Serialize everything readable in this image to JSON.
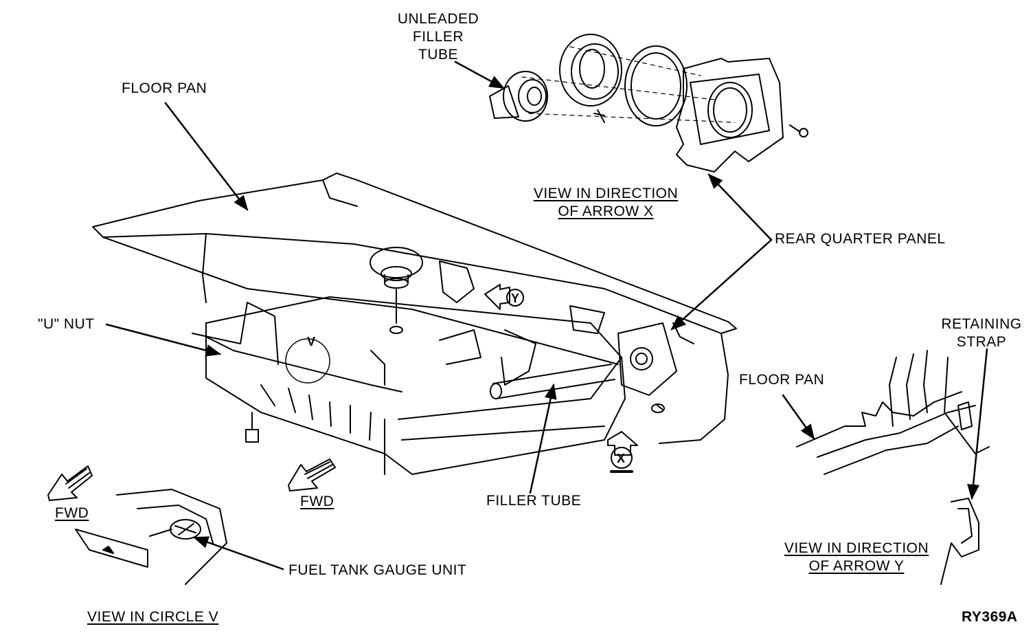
{
  "labels": {
    "unleaded_filler_tube_1": "UNLEADED",
    "unleaded_filler_tube_2": "FILLER",
    "unleaded_filler_tube_3": "TUBE",
    "floor_pan_main": "FLOOR PAN",
    "view_arrow_x_1": "VIEW IN DIRECTION",
    "view_arrow_x_2": "OF ARROW X",
    "rear_quarter_panel": "REAR QUARTER PANEL",
    "u_nut": "\"U\" NUT",
    "circle_v_letter": "V",
    "arrow_y_letter": "Y",
    "arrow_x_letter": "X",
    "retaining_strap_1": "RETAINING",
    "retaining_strap_2": "STRAP",
    "floor_pan_detail": "FLOOR PAN",
    "fwd_left": "FWD",
    "fwd_center": "FWD",
    "filler_tube": "FILLER TUBE",
    "fuel_tank_gauge_unit": "FUEL TANK GAUGE UNIT",
    "view_arrow_y_1": "VIEW IN DIRECTION",
    "view_arrow_y_2": "OF ARROW Y",
    "view_circle_v": "VIEW IN CIRCLE V",
    "figure_id": "RY369A"
  }
}
